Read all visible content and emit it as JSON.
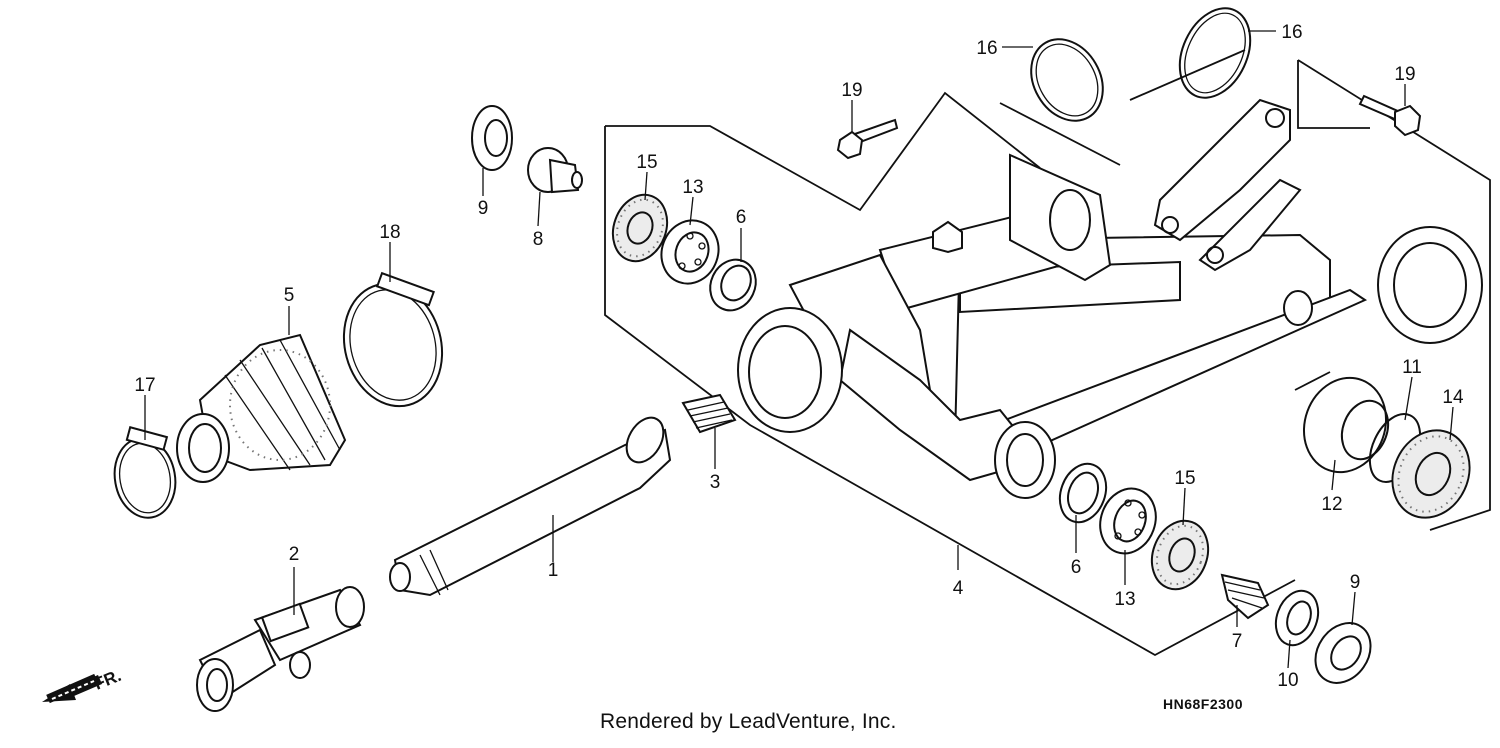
{
  "callouts": [
    "1",
    "2",
    "3",
    "4",
    "5",
    "6",
    "6",
    "7",
    "8",
    "9",
    "9",
    "10",
    "11",
    "12",
    "13",
    "13",
    "14",
    "15",
    "15",
    "16",
    "16",
    "17",
    "18",
    "19",
    "19"
  ],
  "direction_label": "FR.",
  "credit": "Rendered by LeadVenture, Inc.",
  "diagram_code": "HN68F2300"
}
